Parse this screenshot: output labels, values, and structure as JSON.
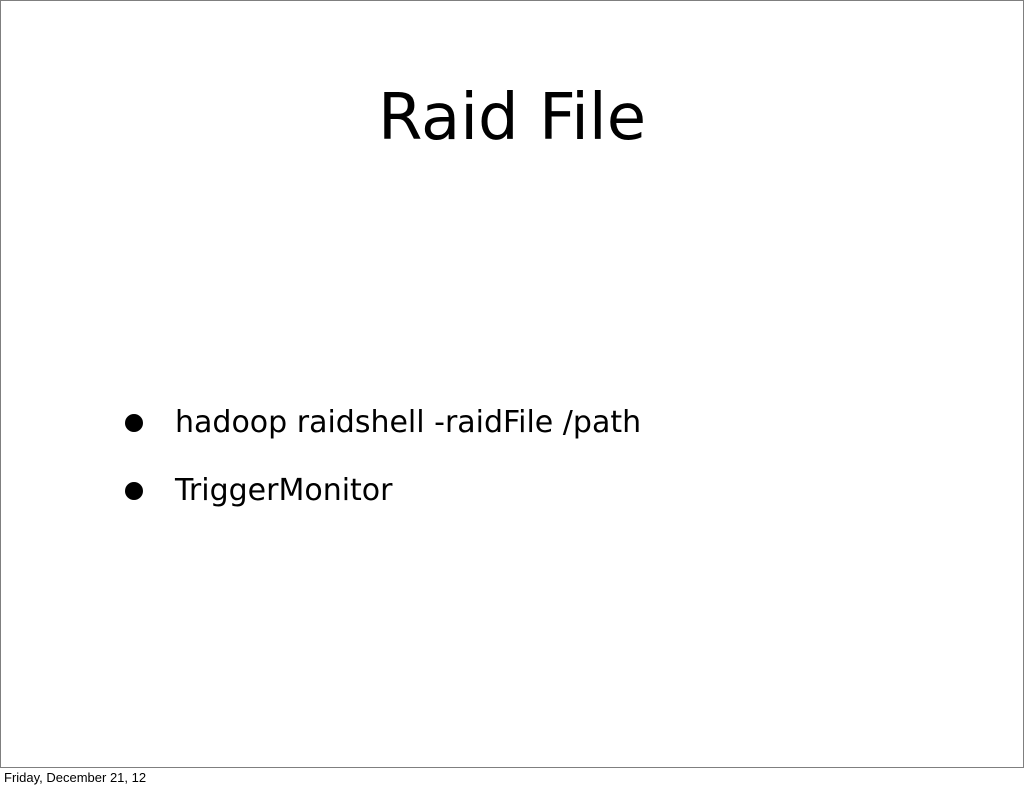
{
  "slide": {
    "title": "Raid File",
    "bullets": [
      "hadoop raidshell -raidFile /path",
      "TriggerMonitor"
    ]
  },
  "footer": {
    "date": "Friday, December 21, 12"
  }
}
